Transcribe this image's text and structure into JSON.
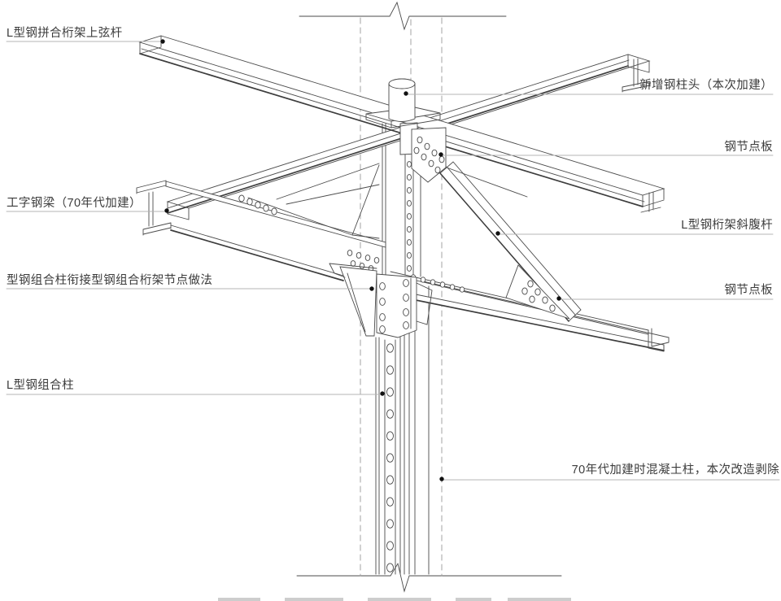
{
  "page": {
    "background": "#ffffff",
    "type": "structural-joint-axonometric-detail"
  },
  "drawing": {
    "colors": {
      "line": "#4b4b4b",
      "heavy_line": "#3d3d3d",
      "dashed_centerline": "#9a9a9a",
      "leader": "#b4b4b4",
      "dot": "#111111",
      "text": "#3c3c3c",
      "cropped_caption_fragment": "#cdcdcd"
    },
    "labels": {
      "left": [
        {
          "id": "truss-top-chord",
          "text": "L型钢拼合桁架上弦杆"
        },
        {
          "id": "i-beam",
          "text": "工字钢梁（70年代加建）"
        },
        {
          "id": "joint-detail",
          "text": "型钢组合柱衔接型钢组合桁架节点做法"
        },
        {
          "id": "built-up-column",
          "text": "L型钢组合柱"
        }
      ],
      "right": [
        {
          "id": "new-column-head",
          "text": "新增钢柱头（本次加建）"
        },
        {
          "id": "gusset-plate-top",
          "text": "钢节点板"
        },
        {
          "id": "truss-diagonal",
          "text": "L型钢桁架斜腹杆"
        },
        {
          "id": "gusset-plate-bottom",
          "text": "钢节点板"
        },
        {
          "id": "concrete-column-removed",
          "text": "70年代加建时混凝土柱，本次改造剥除"
        }
      ]
    }
  }
}
